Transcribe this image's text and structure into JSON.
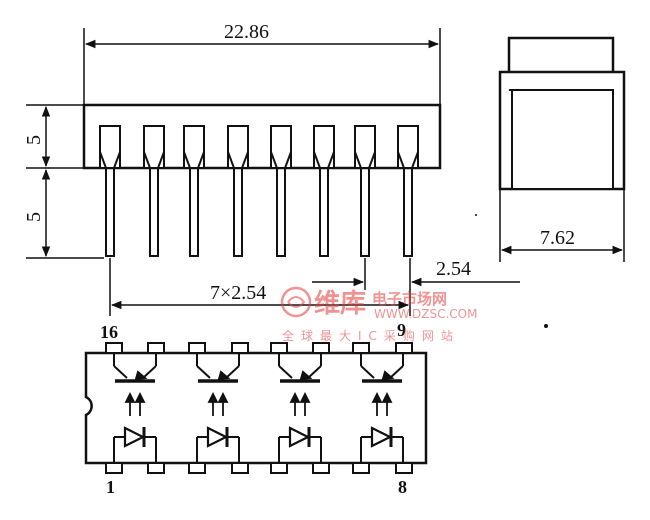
{
  "dimensions": {
    "width_top": "22.86",
    "height_upper": "5",
    "height_lower": "5",
    "pin_span": "7×2.54",
    "pin_pitch": "2.54",
    "side_width": "7.62"
  },
  "pins": {
    "pin16": "16",
    "pin9": "9",
    "pin1": "1",
    "pin8": "8"
  },
  "watermark": {
    "logo_text": "维库",
    "line1": "电子市场网",
    "url": "WWW.DZSC.COM",
    "line2": "全球最大IC采购网站"
  },
  "colors": {
    "line": "#111111",
    "watermark": "#e23a3a"
  }
}
